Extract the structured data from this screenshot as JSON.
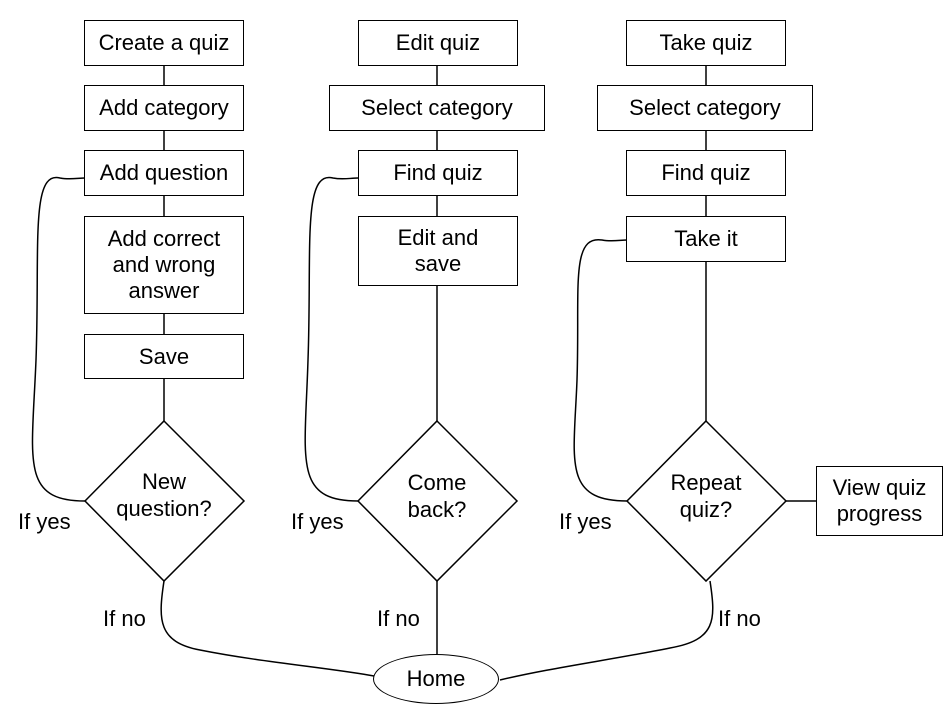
{
  "column_create": {
    "steps": [
      "Create a quiz",
      "Add category",
      "Add question",
      "Add correct\nand wrong\nanswer",
      "Save"
    ],
    "decision": "New\nquestion?",
    "yes_label": "If yes",
    "no_label": "If no"
  },
  "column_edit": {
    "steps": [
      "Edit quiz",
      "Select category",
      "Find quiz",
      "Edit and\nsave"
    ],
    "decision": "Come\nback?",
    "yes_label": "If yes",
    "no_label": "If no"
  },
  "column_take": {
    "steps": [
      "Take quiz",
      "Select category",
      "Find quiz",
      "Take it"
    ],
    "decision": "Repeat\nquiz?",
    "yes_label": "If yes",
    "no_label": "If no",
    "side_action": "View quiz\nprogress"
  },
  "terminal": {
    "home": "Home"
  }
}
